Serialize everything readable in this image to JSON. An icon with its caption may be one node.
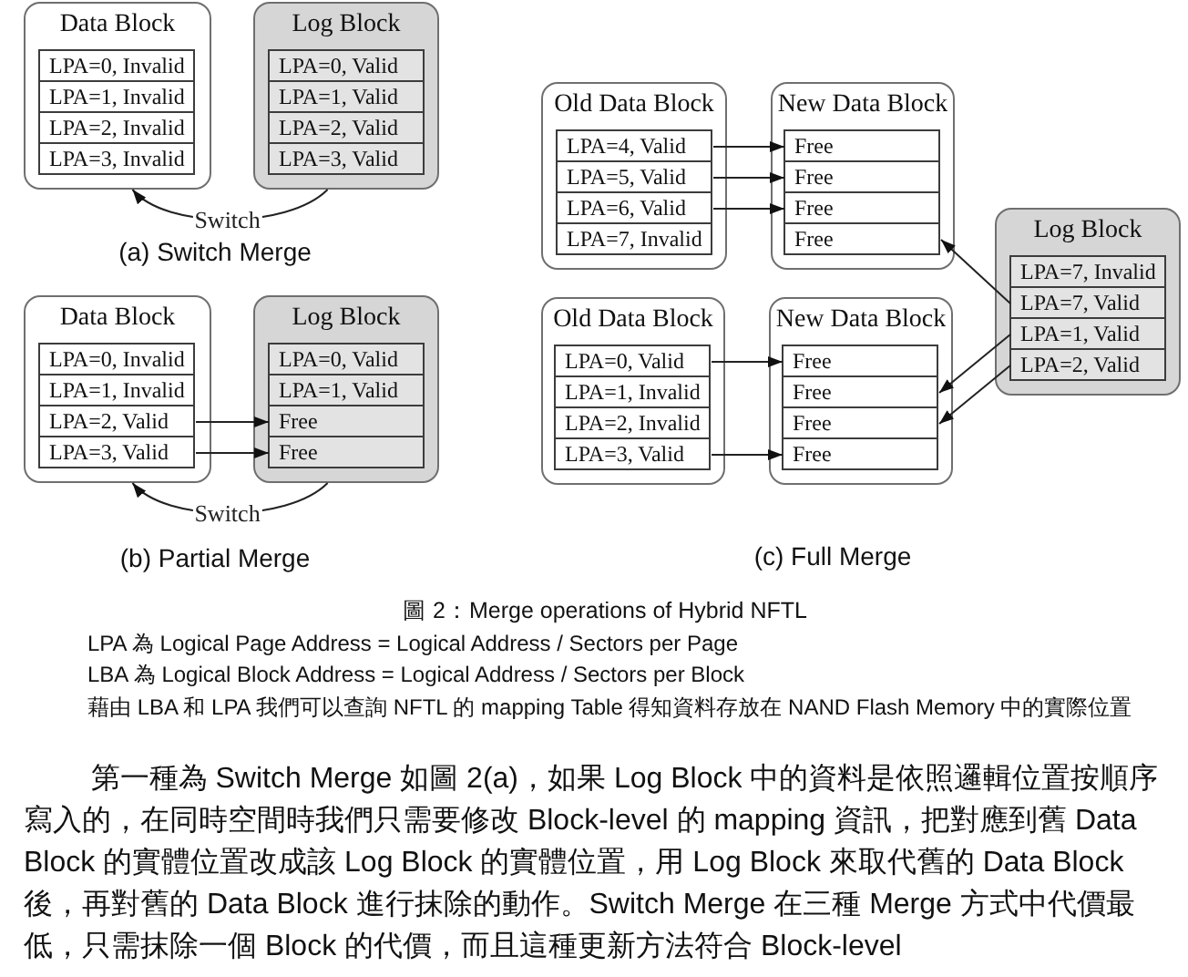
{
  "diagram": {
    "caption": "圖 2：Merge operations of Hybrid NFTL",
    "nodes": [
      {
        "text": [
          "Data Block"
        ]
      },
      {
        "text": [
          "LPA=0, Invalid"
        ],
        "in": 0
      },
      {
        "text": [
          "LPA=1, Invalid"
        ],
        "in": 0
      },
      {
        "text": [
          "LPA=2, Invalid"
        ],
        "in": 0
      },
      {
        "text": [
          "LPA=3, Invalid"
        ],
        "in": 0
      },
      {
        "text": [
          "Log Block"
        ]
      },
      {
        "text": [
          "LPA=0, Valid"
        ],
        "in": 5
      },
      {
        "text": [
          "LPA=1, Valid"
        ],
        "in": 5
      },
      {
        "text": [
          "LPA=2, Valid"
        ],
        "in": 5
      },
      {
        "text": [
          "LPA=3, Valid"
        ],
        "in": 5
      },
      {
        "text": [
          "Data Block"
        ]
      },
      {
        "text": [
          "LPA=0, Invalid"
        ],
        "in": 10
      },
      {
        "text": [
          "LPA=1, Invalid"
        ],
        "in": 10
      },
      {
        "text": [
          "LPA=2, Valid"
        ],
        "in": 10
      },
      {
        "text": [
          "LPA=3, Valid"
        ],
        "in": 10
      },
      {
        "text": [
          "Log Block"
        ]
      },
      {
        "text": [
          "LPA=0, Valid"
        ],
        "in": 15
      },
      {
        "text": [
          "LPA=1, Valid"
        ],
        "in": 15
      },
      {
        "text": [
          "Free"
        ],
        "in": 15
      },
      {
        "text": [
          "Free"
        ],
        "in": 15
      },
      {
        "text": [
          "Old Data Block"
        ]
      },
      {
        "text": [
          "LPA=4, Valid"
        ],
        "in": 20
      },
      {
        "text": [
          "LPA=5, Valid"
        ],
        "in": 20
      },
      {
        "text": [
          "LPA=6, Valid"
        ],
        "in": 20
      },
      {
        "text": [
          "LPA=7, Invalid"
        ],
        "in": 20
      },
      {
        "text": [
          "New Data Block"
        ]
      },
      {
        "text": [
          "Free"
        ],
        "in": 25
      },
      {
        "text": [
          "Free"
        ],
        "in": 25
      },
      {
        "text": [
          "Free"
        ],
        "in": 25
      },
      {
        "text": [
          "Free"
        ],
        "in": 25
      },
      {
        "text": [
          "Log Block"
        ]
      },
      {
        "text": [
          "LPA=7, Invalid"
        ],
        "in": 30
      },
      {
        "text": [
          "LPA=7, Valid"
        ],
        "in": 30
      },
      {
        "text": [
          "LPA=1, Valid"
        ],
        "in": 30
      },
      {
        "text": [
          "LPA=2, Valid"
        ],
        "in": 30
      },
      {
        "text": [
          "Old Data Block"
        ]
      },
      {
        "text": [
          "LPA=0, Valid"
        ],
        "in": 35
      },
      {
        "text": [
          "LPA=1, Invalid"
        ],
        "in": 35
      },
      {
        "text": [
          "LPA=2, Invalid"
        ],
        "in": 35
      },
      {
        "text": [
          "LPA=3, Valid"
        ],
        "in": 35
      },
      {
        "text": [
          "New Data Block"
        ]
      },
      {
        "text": [
          "Free"
        ],
        "in": 40
      },
      {
        "text": [
          "Free"
        ],
        "in": 40
      },
      {
        "text": [
          "Free"
        ],
        "in": 40
      },
      {
        "text": [
          "Free"
        ],
        "in": 40
      }
    ],
    "edges": [
      {
        "from": 5,
        "to": 0,
        "arrow": "to",
        "label": "Switch"
      },
      {
        "from": 13,
        "to": 18,
        "arrow": "to"
      },
      {
        "from": 14,
        "to": 19,
        "arrow": "to"
      },
      {
        "from": 15,
        "to": 10,
        "arrow": "to",
        "label": "Switch"
      },
      {
        "from": 21,
        "to": 26,
        "arrow": "to"
      },
      {
        "from": 22,
        "to": 27,
        "arrow": "to"
      },
      {
        "from": 23,
        "to": 28,
        "arrow": "to"
      },
      {
        "from": 32,
        "to": 29,
        "arrow": "to"
      },
      {
        "from": 36,
        "to": 41,
        "arrow": "to"
      },
      {
        "from": 39,
        "to": 44,
        "arrow": "to"
      },
      {
        "from": 33,
        "to": 42,
        "arrow": "to"
      },
      {
        "from": 34,
        "to": 43,
        "arrow": "to"
      }
    ],
    "labels": [
      "(a) Switch Merge",
      "(b) Partial Merge",
      "(c) Full Merge",
      "LPA 為 Logical Page Address = Logical Address / Sectors per Page",
      "LBA 為 Logical Block Address = Logical Address / Sectors per Block",
      "藉由 LBA 和 LPA 我們可以查詢 NFTL 的 mapping Table 得知資料存放在 NAND Flash Memory 中的實際位置",
      "第一種為 Switch Merge 如圖 2(a)，如果 Log Block 中的資料是依照邏輯位置按順序寫入的，在同時空間時我們只需要修改 Block-level 的 mapping 資訊，把對應到舊 Data Block 的實體位置改成該 Log Block 的實體位置，用 Log Block 來取代舊的 Data Block 後，再對舊的 Data Block 進行抹除的動作。Switch Merge 在三種 Merge 方式中代價最低，只需抹除一個 Block 的代價，而且這種更新方法符合 Block-level"
    ]
  }
}
